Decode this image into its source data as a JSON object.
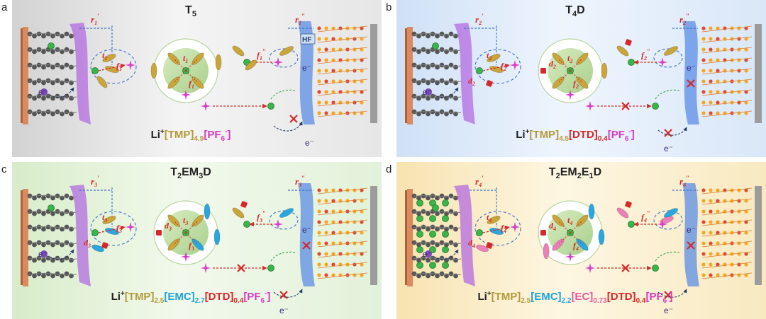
{
  "panels": [
    {
      "label": "a",
      "title": "T",
      "title_sub": "5",
      "formula": [
        {
          "t": "Li",
          "c": ""
        },
        {
          "t": "+",
          "c": "",
          "sup": true
        },
        {
          "t": "[TMP]",
          "c": "c-tmp"
        },
        {
          "t": "4.9",
          "c": "c-tmp",
          "sub": true
        },
        {
          "t": "[PF",
          "c": "c-pf"
        },
        {
          "t": "6",
          "c": "c-pf",
          "sub": true
        },
        {
          "t": "-",
          "c": "c-pf",
          "sup": true
        },
        {
          "t": "]",
          "c": "c-pf"
        }
      ],
      "labels": {
        "r1": "r",
        "r1_sub": "1",
        "r1_mark": "′",
        "r2": "r",
        "r2_sub": "1",
        "r2_mark": "″",
        "t": "t",
        "t_sub": "1",
        "f": "f",
        "f_sub": "1",
        "f2": "f",
        "f2_sub": "1",
        "f2_mark": "″",
        "d": "",
        "d_sub": "",
        "hf": "HF",
        "e": "e",
        "e_mark": "⁻"
      }
    },
    {
      "label": "b",
      "title": "T",
      "title_sub": "4",
      "title_tail": "D",
      "formula": [
        {
          "t": "Li",
          "c": ""
        },
        {
          "t": "+",
          "c": "",
          "sup": true
        },
        {
          "t": "[TMP]",
          "c": "c-tmp"
        },
        {
          "t": "4.5",
          "c": "c-tmp",
          "sub": true
        },
        {
          "t": "[DTD]",
          "c": "c-dtd"
        },
        {
          "t": "0.4",
          "c": "c-dtd",
          "sub": true
        },
        {
          "t": "[PF",
          "c": "c-pf"
        },
        {
          "t": "6",
          "c": "c-pf",
          "sub": true
        },
        {
          "t": "-",
          "c": "c-pf",
          "sup": true
        },
        {
          "t": "]",
          "c": "c-pf"
        }
      ],
      "labels": {
        "r1": "r",
        "r1_sub": "2",
        "r1_mark": "′",
        "r2": "r",
        "r2_sub": "2",
        "r2_mark": "″",
        "t": "t",
        "t_sub": "2",
        "f": "f",
        "f_sub": "2",
        "f2": "f",
        "f2_sub": "2",
        "f2_mark": "″",
        "d": "d",
        "d_sub": "2",
        "hf": "",
        "e": "e",
        "e_mark": "⁻"
      }
    },
    {
      "label": "c",
      "title": "T",
      "title_sub": "2",
      "title_tail": "EM",
      "title_sub2": "3",
      "title_tail2": "D",
      "formula": [
        {
          "t": "Li",
          "c": ""
        },
        {
          "t": "+",
          "c": "",
          "sup": true
        },
        {
          "t": "[TMP]",
          "c": "c-tmp"
        },
        {
          "t": "2.5",
          "c": "c-tmp",
          "sub": true
        },
        {
          "t": "[EMC]",
          "c": "c-emc"
        },
        {
          "t": "2.7",
          "c": "c-emc",
          "sub": true
        },
        {
          "t": "[DTD]",
          "c": "c-dtd"
        },
        {
          "t": "0.4",
          "c": "c-dtd",
          "sub": true
        },
        {
          "t": "[PF",
          "c": "c-pf"
        },
        {
          "t": "6",
          "c": "c-pf",
          "sub": true
        },
        {
          "t": "-",
          "c": "c-pf",
          "sup": true
        },
        {
          "t": "]",
          "c": "c-pf"
        }
      ],
      "labels": {
        "r1": "r",
        "r1_sub": "3",
        "r1_mark": "′",
        "r2": "r",
        "r2_sub": "3",
        "r2_mark": "″",
        "t": "t",
        "t_sub": "3",
        "f": "f",
        "f_sub": "3",
        "f2": "f",
        "f2_sub": "3",
        "f2_mark": "″",
        "d": "d",
        "d_sub": "3",
        "hf": "",
        "e": "e",
        "e_mark": "⁻"
      }
    },
    {
      "label": "d",
      "title": "T",
      "title_sub": "2",
      "title_tail": "EM",
      "title_sub2": "2",
      "title_tail2": "E",
      "title_sub3": "1",
      "title_tail3": "D",
      "formula": [
        {
          "t": "Li",
          "c": ""
        },
        {
          "t": "+",
          "c": "",
          "sup": true
        },
        {
          "t": "[TMP]",
          "c": "c-tmp"
        },
        {
          "t": "2.5",
          "c": "c-tmp",
          "sub": true
        },
        {
          "t": "[EMC]",
          "c": "c-emc"
        },
        {
          "t": "2.2",
          "c": "c-emc",
          "sub": true
        },
        {
          "t": "[EC]",
          "c": "c-ec"
        },
        {
          "t": "0.73",
          "c": "c-ec",
          "sub": true
        },
        {
          "t": "[DTD]",
          "c": "c-dtd"
        },
        {
          "t": "0.4",
          "c": "c-dtd",
          "sub": true
        },
        {
          "t": "[PF",
          "c": "c-pf"
        },
        {
          "t": "6",
          "c": "c-pf",
          "sub": true
        },
        {
          "t": "-",
          "c": "c-pf",
          "sup": true
        },
        {
          "t": "]",
          "c": "c-pf"
        }
      ],
      "labels": {
        "r1": "r",
        "r1_sub": "4",
        "r1_mark": "′",
        "r2": "r",
        "r2_sub": "4",
        "r2_mark": "″",
        "t": "t",
        "t_sub": "4",
        "f": "f",
        "f_sub": "4",
        "f2": "f",
        "f2_sub": "4",
        "f2_mark": "″",
        "d": "d",
        "d_sub": "4",
        "hf": "",
        "e": "e",
        "e_mark": "⁻"
      }
    }
  ],
  "colors": {
    "tmp": "#c9a53a",
    "emc": "#2aa7df",
    "ec": "#ec7fb8",
    "dtd": "#d62828",
    "pf6": "#d93cc9",
    "li": "#39b54a",
    "graphite": "#555555",
    "cathode": "#f5a623",
    "interphase_anode": "#b36be0",
    "interphase_cathode": "#5b8ee6",
    "bg_a": "#e2e2e2",
    "bg_b": "#dbe8f8",
    "bg_c": "#e2f1d9",
    "bg_d": "#fbeec9"
  }
}
